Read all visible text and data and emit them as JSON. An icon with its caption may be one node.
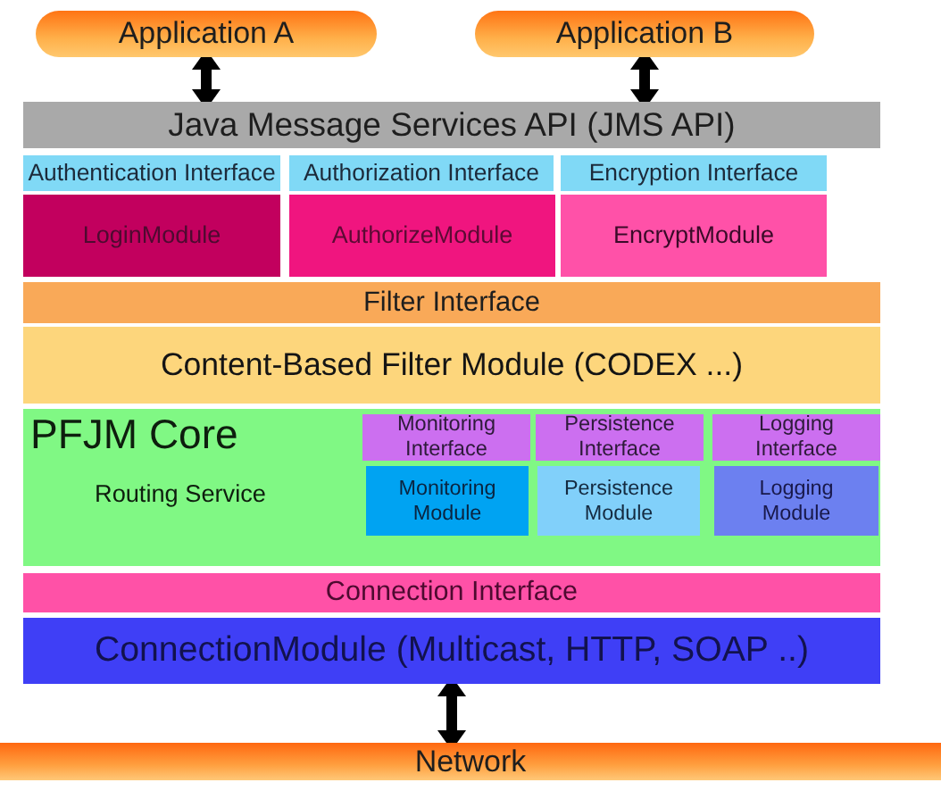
{
  "diagram": {
    "nodes": [
      {
        "text": [
          "Application A"
        ]
      },
      {
        "text": [
          "Application B"
        ]
      },
      {
        "text": [
          "Java Message Services API (JMS API)"
        ]
      },
      {
        "text": [
          "Authentication Interface"
        ]
      },
      {
        "text": [
          "Authorization Interface"
        ]
      },
      {
        "text": [
          "Encryption Interface"
        ]
      },
      {
        "text": [
          "LoginModule"
        ]
      },
      {
        "text": [
          "AuthorizeModule"
        ]
      },
      {
        "text": [
          "EncryptModule"
        ]
      },
      {
        "text": [
          "Filter Interface"
        ]
      },
      {
        "text": [
          "Content-Based Filter Module (CODEX ...)"
        ]
      },
      {
        "text": [
          "PFJM Core",
          "Routing Service"
        ]
      },
      {
        "text": [
          "Monitoring Interface"
        ],
        "in": 11
      },
      {
        "text": [
          "Persistence Interface"
        ],
        "in": 11
      },
      {
        "text": [
          "Logging Interface"
        ],
        "in": 11
      },
      {
        "text": [
          "Monitoring Module"
        ],
        "in": 11
      },
      {
        "text": [
          "Persistence Module"
        ],
        "in": 11
      },
      {
        "text": [
          "Logging Module"
        ],
        "in": 11
      },
      {
        "text": [
          "Connection Interface"
        ]
      },
      {
        "text": [
          "ConnectionModule (Multicast, HTTP, SOAP ..)"
        ]
      },
      {
        "text": [
          "Network"
        ]
      }
    ],
    "edges": [
      {
        "from": 0,
        "to": 2,
        "arrow": "both"
      },
      {
        "from": 1,
        "to": 2,
        "arrow": "both"
      },
      {
        "from": 19,
        "to": 20,
        "arrow": "both"
      }
    ]
  }
}
